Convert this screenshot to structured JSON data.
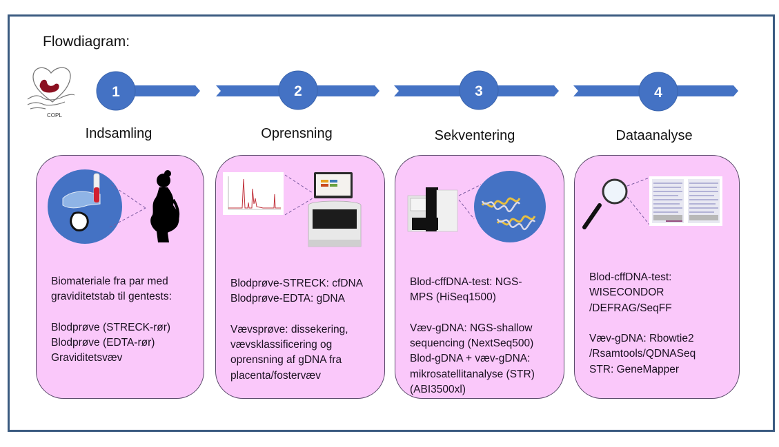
{
  "diagram": {
    "heading": "Flowdiagram:",
    "logo": {
      "label": "COPL",
      "icon": "heart-in-hand-logo"
    },
    "colors": {
      "arrow": "#4472c4",
      "circle": "#4472c4",
      "box_fill": "#fac8fa",
      "box_border": "#5a4a6a",
      "frame": "#3a5a80"
    },
    "steps": [
      {
        "number": "1",
        "title": "Indsamling",
        "illustration": "blood-sample-and-pregnant-woman",
        "text": "Biomateriale fra par med\ngraviditetstab til gentests:\n\nBlodprøve (STRECK-rør)\nBlodprøve (EDTA-rør)\nGraviditetsvæv"
      },
      {
        "number": "2",
        "title": "Oprensning",
        "illustration": "electropherogram-and-extraction-instrument",
        "text": "Blodprøve-STRECK: cfDNA\nBlodprøve-EDTA: gDNA\n\nVævsprøve: dissekering,\nvævsklassificering og\noprensning af gDNA fra\nplacenta/fostervæv"
      },
      {
        "number": "3",
        "title": "Sekventering",
        "illustration": "sequencer-and-dna-helix",
        "text": "Blod-cffDNA-test: NGS-\nMPS (HiSeq1500)\n\nVæv-gDNA: NGS-shallow\nsequencing (NextSeq500)\nBlod-gDNA + væv-gDNA:\nmikrosatellitanalyse (STR)\n(ABI3500xl)"
      },
      {
        "number": "4",
        "title": "Dataanalyse",
        "illustration": "magnifier-and-data-report",
        "text": "Blod-cffDNA-test:\nWISECONDOR\n/DEFRAG/SeqFF\n\nVæv-gDNA: Rbowtie2\n/Rsamtools/QDNASeq\nSTR: GeneMapper"
      }
    ]
  }
}
